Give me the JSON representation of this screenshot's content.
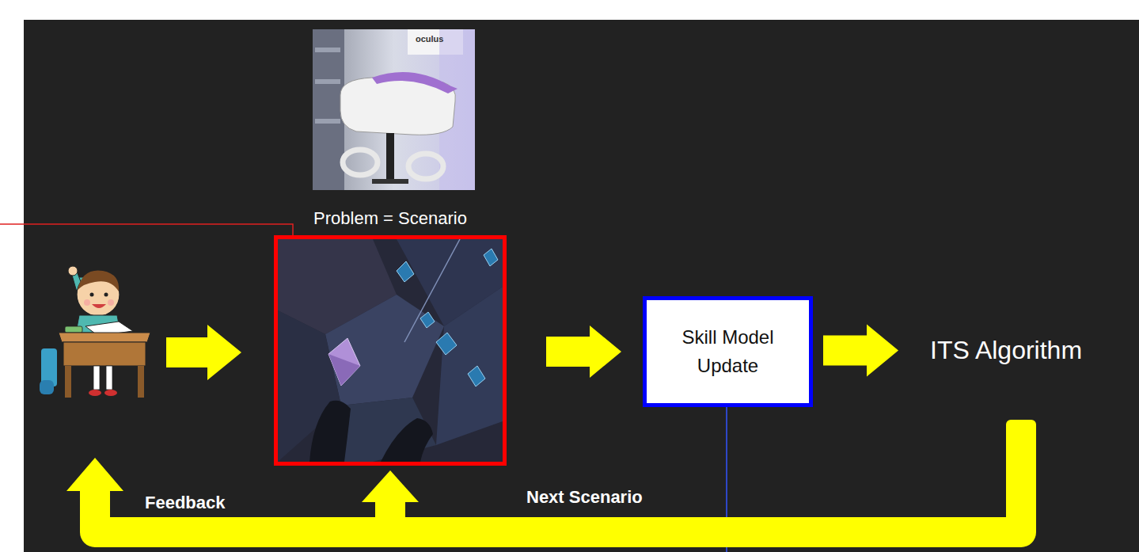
{
  "diagram": {
    "nodes": [
      {
        "text": [
          "Problem = Scenario"
        ]
      },
      {
        "text": [
          "Skill Model Update"
        ]
      },
      {
        "text": [
          "ITS Algorithm"
        ]
      }
    ],
    "edges": [
      {
        "from": 0,
        "to": 1,
        "arrow": "to"
      },
      {
        "from": 1,
        "to": 2,
        "arrow": "to"
      },
      {
        "from": 2,
        "to": 0,
        "label": "Next Scenario",
        "arrow": "to"
      }
    ],
    "labels": [
      "Feedback",
      "oculus"
    ]
  }
}
